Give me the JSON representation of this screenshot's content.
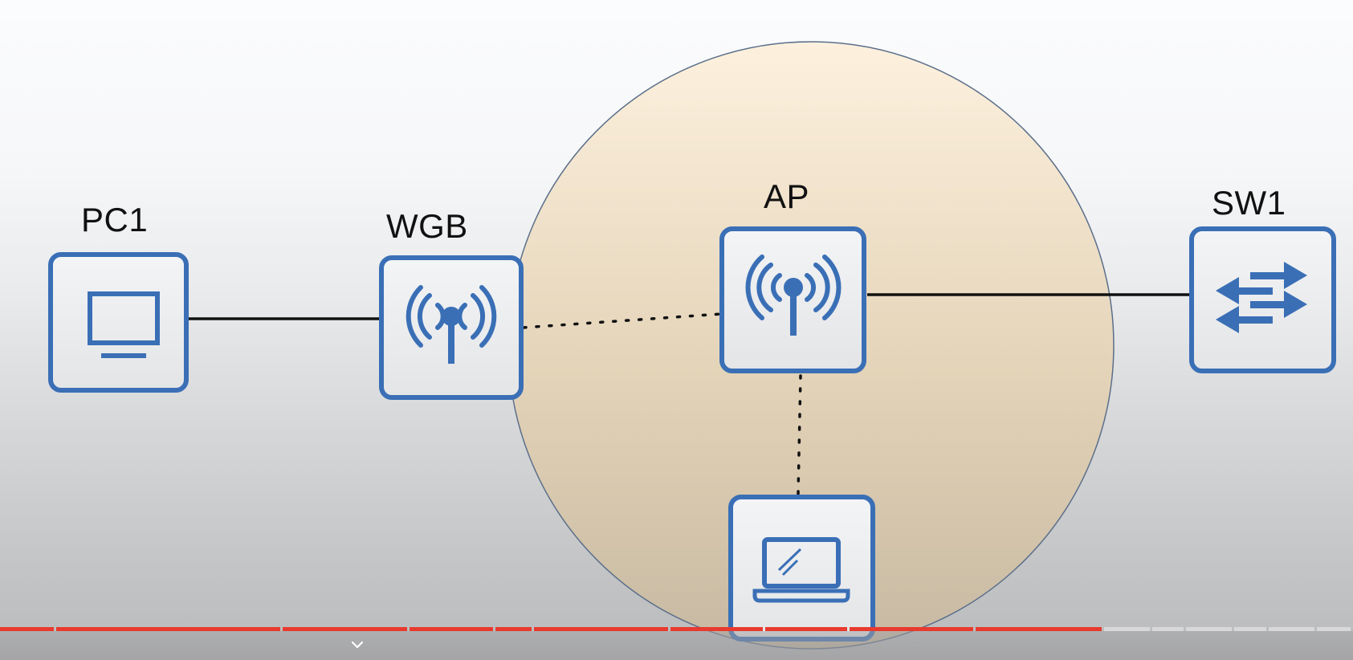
{
  "diagram": {
    "devices": [
      {
        "id": "pc1",
        "label": "PC1",
        "icon": "desktop-monitor-icon"
      },
      {
        "id": "wgb",
        "label": "WGB",
        "icon": "wireless-antenna-icon"
      },
      {
        "id": "ap",
        "label": "AP",
        "icon": "wireless-antenna-icon"
      },
      {
        "id": "sw1",
        "label": "SW1",
        "icon": "switch-arrows-icon"
      },
      {
        "id": "laptop",
        "label": "",
        "icon": "laptop-icon"
      }
    ],
    "links": [
      {
        "from": "pc1",
        "to": "wgb",
        "type": "wired"
      },
      {
        "from": "wgb",
        "to": "ap",
        "type": "wireless"
      },
      {
        "from": "ap",
        "to": "sw1",
        "type": "wired"
      },
      {
        "from": "ap",
        "to": "laptop",
        "type": "wireless"
      }
    ],
    "coverage_area": {
      "around": "ap",
      "shape": "circle"
    }
  },
  "video_player": {
    "progress_fraction": 0.815,
    "chapter_count": 16,
    "controls_toggle_icon": "chevron-down-icon"
  },
  "colors": {
    "device_blue": "#3a6fb6",
    "coverage_fill": "#efe1c6",
    "progress_played": "#e83a2e",
    "progress_unplayed": "#d8d8d8"
  }
}
